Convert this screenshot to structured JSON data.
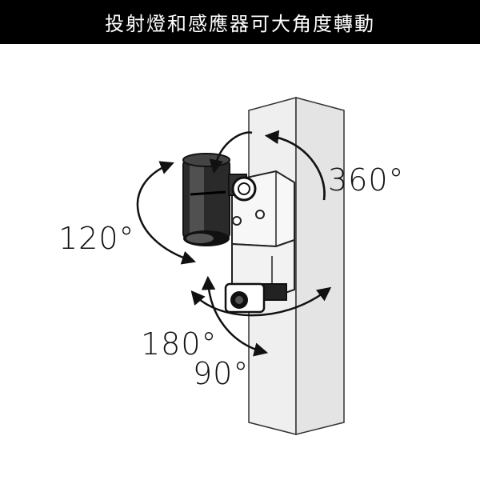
{
  "header": {
    "title": "投射燈和感應器可大角度轉動"
  },
  "labels": {
    "angle_360": "360°",
    "angle_120": "120°",
    "angle_180": "180°",
    "angle_90": "90°"
  },
  "colors": {
    "header_bg": "#000000",
    "header_text": "#ffffff",
    "wall_fill": "#ececec",
    "arrow_stroke": "#111111"
  },
  "icons": {
    "spotlight": "spotlight-icon",
    "sensor": "motion-sensor-icon"
  }
}
